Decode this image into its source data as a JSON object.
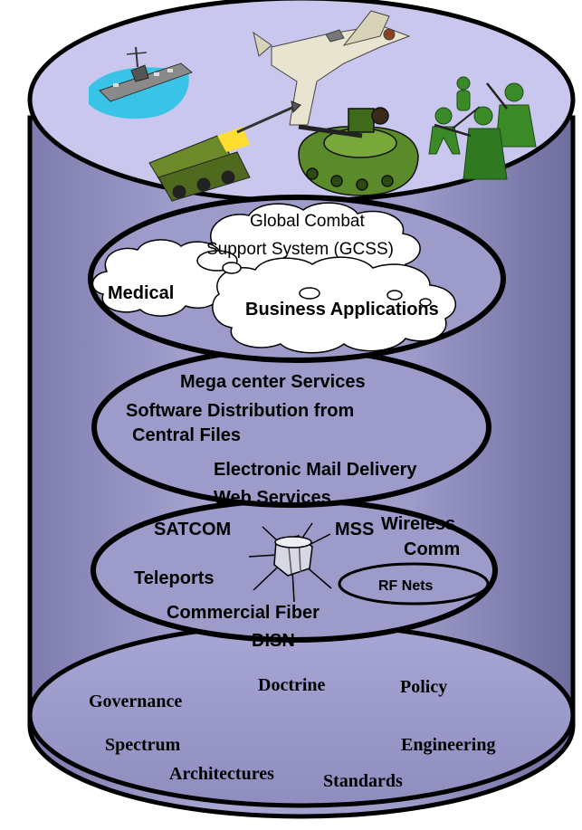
{
  "colors": {
    "cylinder_body": "#9a98c6",
    "cylinder_top": "#c8c6ec",
    "ellipse_stroke": "#000000",
    "cloud_fill": "#ffffff"
  },
  "icons": [
    "aircraft-carrier-icon",
    "fighter-jet-icon",
    "missile-launcher-icon",
    "tank-icon",
    "soldiers-icon",
    "satellite-icon"
  ],
  "applications": {
    "gcss_line1": "Global Combat",
    "gcss_line2": "Support System (GCSS)",
    "medical": "Medical",
    "business": "Business Applications"
  },
  "services": {
    "megacenter": "Mega center Services",
    "software_line1": "Software Distribution from",
    "software_line2": "Central Files",
    "email": "Electronic Mail Delivery",
    "web": "Web Services"
  },
  "transport": {
    "satcom": "SATCOM",
    "mss": "MSS",
    "wireless_line1": "Wireless",
    "wireless_line2": "Comm",
    "teleports": "Teleports",
    "rfnets": "RF Nets",
    "fiber": "Commercial Fiber",
    "disn": "DISN"
  },
  "foundation": {
    "governance": "Governance",
    "doctrine": "Doctrine",
    "policy": "Policy",
    "spectrum": "Spectrum",
    "engineering": "Engineering",
    "architectures": "Architectures",
    "standards": "Standards"
  }
}
